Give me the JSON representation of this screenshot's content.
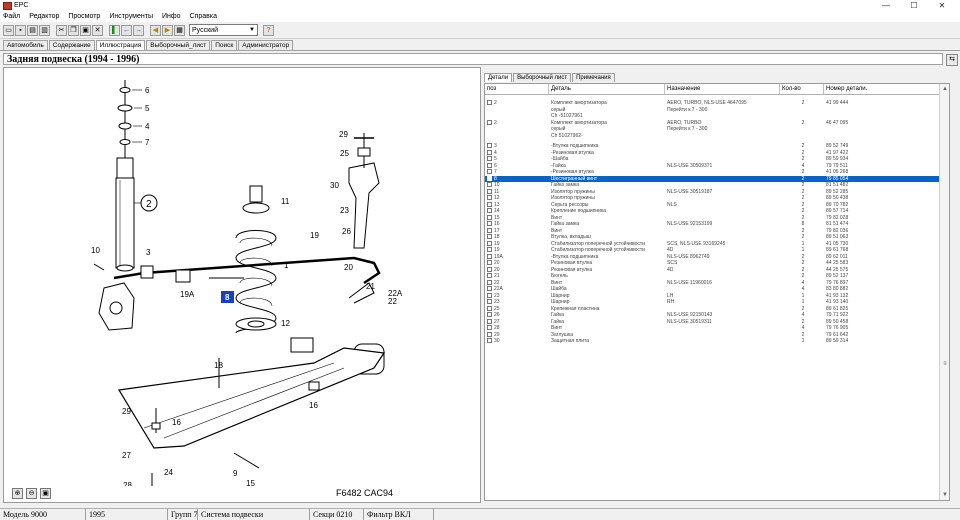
{
  "window": {
    "title": "EPC",
    "min": "—",
    "max": "☐",
    "close": "✕"
  },
  "menu": [
    "Файл",
    "Редактор",
    "Просмотр",
    "Инструменты",
    "Инфо",
    "Справка"
  ],
  "toolbar": {
    "language": "Русский",
    "help_glyph": "?"
  },
  "tabs": [
    "Автомобиль",
    "Содержание",
    "Иллюстрация",
    "Выборочный_лист",
    "Поиск",
    "Администратор"
  ],
  "active_tab": 2,
  "page_title": "Задняя подвеска  (1994 - 1996)",
  "illustration": {
    "figure_code": "F6482 CAC94",
    "highlighted_callout": "8",
    "callouts": [
      "6",
      "5",
      "4",
      "7",
      "2",
      "10",
      "3",
      "19A",
      "11",
      "19",
      "1",
      "8",
      "12",
      "29",
      "25",
      "30",
      "23",
      "26",
      "20",
      "21",
      "22A",
      "22",
      "18",
      "16",
      "29",
      "16",
      "27",
      "28",
      "24",
      "15",
      "9"
    ]
  },
  "right_tabs": [
    "Детали",
    "Выборочный лист",
    "Примечания"
  ],
  "table": {
    "headers": [
      "поз",
      "Деталь",
      "Назначение",
      "Кол-во",
      "Номер детали."
    ],
    "rows": [
      {
        "pos": "",
        "det": "",
        "name": "",
        "qty": "",
        "num": "",
        "gap": true
      },
      {
        "pos": "2",
        "det": "Комплект амортизатора",
        "name": "AERO, TURBO, NLS-USE 4647095",
        "qty": "2",
        "num": "41 99 444"
      },
      {
        "pos": "",
        "det": "серый",
        "name": "Перейти к  7 - 300",
        "qty": "",
        "num": ""
      },
      {
        "pos": "",
        "det": "Ch  -51027961",
        "name": "",
        "qty": "",
        "num": ""
      },
      {
        "pos": "2",
        "det": "Комплект амортизатора",
        "name": "AERO, TURBO",
        "qty": "2",
        "num": "46 47 095"
      },
      {
        "pos": "",
        "det": "серый",
        "name": "Перейти к  7 - 300",
        "qty": "",
        "num": ""
      },
      {
        "pos": "",
        "det": "Ch  51027962-",
        "name": "",
        "qty": "",
        "num": ""
      },
      {
        "pos": "",
        "det": "",
        "name": "",
        "qty": "",
        "num": "",
        "gap": true
      },
      {
        "pos": "3",
        "det": "-Втулка подшипника",
        "name": "",
        "qty": "2",
        "num": "89 52 749"
      },
      {
        "pos": "4",
        "det": "-Резиновая втулка",
        "name": "",
        "qty": "2",
        "num": "41 97 422"
      },
      {
        "pos": "5",
        "det": "-Шайба",
        "name": "",
        "qty": "2",
        "num": "89 59 934"
      },
      {
        "pos": "6",
        "det": "-Гайка",
        "name": "NLS-USE 30509371",
        "qty": "4",
        "num": "79 79 511"
      },
      {
        "pos": "7",
        "det": "-Резиновая втулка",
        "name": "",
        "qty": "2",
        "num": "41 06 268"
      },
      {
        "pos": "8",
        "det": "Шестигранный винт",
        "name": "",
        "qty": "2",
        "num": "79 85 054",
        "sel": true
      },
      {
        "pos": "10",
        "det": "Гайка замка",
        "name": "",
        "qty": "2",
        "num": "81 51 482"
      },
      {
        "pos": "11",
        "det": "Изолятор пружины",
        "name": "NLS-USE 30519187",
        "qty": "2",
        "num": "89 52 285"
      },
      {
        "pos": "12",
        "det": "Изолятор пружины",
        "name": "",
        "qty": "2",
        "num": "89 50 438"
      },
      {
        "pos": "13",
        "det": "Серьга рессоры",
        "name": "NLS",
        "qty": "2",
        "num": "89 70 782"
      },
      {
        "pos": "14",
        "det": "Крепление подшипника",
        "name": "",
        "qty": "2",
        "num": "89 57 714"
      },
      {
        "pos": "15",
        "det": "Винт",
        "name": "",
        "qty": "2",
        "num": "79 82 028"
      },
      {
        "pos": "16",
        "det": "Гайка замка",
        "name": "NLS-USE 92153199",
        "qty": "8",
        "num": "81 51 474"
      },
      {
        "pos": "17",
        "det": "Винт",
        "name": "",
        "qty": "2",
        "num": "79 82 036"
      },
      {
        "pos": "18",
        "det": "Втулка, вкладыш",
        "name": "",
        "qty": "2",
        "num": "89 51 063"
      },
      {
        "pos": "19",
        "det": "Стабилизатор поперечной устойчивости",
        "name": "SCS, NLS-USE 93169245",
        "qty": "1",
        "num": "41 05 730"
      },
      {
        "pos": "19",
        "det": "Стабилизатор поперечной устойчивости",
        "name": "4D",
        "qty": "1",
        "num": "89 61 768"
      },
      {
        "pos": "19A",
        "det": "-Втулка подшипника",
        "name": "NLS-USE 8962749",
        "qty": "2",
        "num": "89 62 011"
      },
      {
        "pos": "20",
        "det": "Резиновая втулка",
        "name": "SCS",
        "qty": "2",
        "num": "44 25 583"
      },
      {
        "pos": "20",
        "det": "Резиновая втулка",
        "name": "4D",
        "qty": "2",
        "num": "44 25 575"
      },
      {
        "pos": "21",
        "det": "Бюгель",
        "name": "",
        "qty": "2",
        "num": "89 52 137"
      },
      {
        "pos": "22",
        "det": "Винт",
        "name": "NLS-USE 11960016",
        "qty": "4",
        "num": "79 76 897"
      },
      {
        "pos": "22A",
        "det": "Шайба",
        "name": "",
        "qty": "4",
        "num": "83 80 882"
      },
      {
        "pos": "23",
        "det": "Шарнир",
        "name": "LH",
        "qty": "1",
        "num": "41 93 132"
      },
      {
        "pos": "23",
        "det": "Шарнир",
        "name": "RH",
        "qty": "1",
        "num": "41 93 140"
      },
      {
        "pos": "25",
        "det": "Крепежная пластина",
        "name": "",
        "qty": "2",
        "num": "89 61 825"
      },
      {
        "pos": "26",
        "det": "Гайка",
        "name": "NLS-USE 92150143",
        "qty": "4",
        "num": "79 71 922"
      },
      {
        "pos": "27",
        "det": "Гайка",
        "name": "NLS-USE 30519311",
        "qty": "2",
        "num": "89 50 458"
      },
      {
        "pos": "28",
        "det": "Винт",
        "name": "",
        "qty": "4",
        "num": "79 76 905"
      },
      {
        "pos": "29",
        "det": "Заглушка",
        "name": "",
        "qty": "2",
        "num": "79 61 642"
      },
      {
        "pos": "30",
        "det": "Защитная плита",
        "name": "",
        "qty": "1",
        "num": "89 59 314"
      }
    ]
  },
  "status": {
    "model": "Модель 9000",
    "year": "1995",
    "group_label": "Групп 7",
    "group_name": "Система подвески",
    "section": "Секци 0210",
    "filter": "Фильтр ВКЛ"
  }
}
